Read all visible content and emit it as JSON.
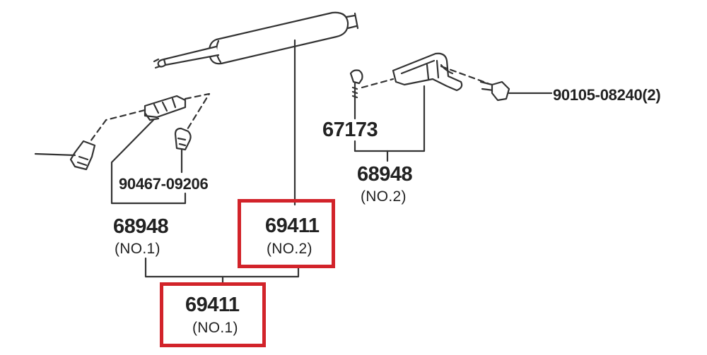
{
  "parts": {
    "bolt_right": {
      "number": "90105-08240(2)"
    },
    "screw_right": {
      "number": "67173"
    },
    "bracket_right": {
      "number": "68948",
      "qualifier": "(NO.2)"
    },
    "screw_left": {
      "number": "90467-09206"
    },
    "bracket_left": {
      "number": "68948",
      "qualifier": "(NO.1)"
    },
    "stay_no2": {
      "number": "69411",
      "qualifier": "(NO.2)"
    },
    "stay_no1": {
      "number": "69411",
      "qualifier": "(NO.1)"
    }
  },
  "colors": {
    "line": "#333333",
    "highlight": "#d2232a"
  }
}
